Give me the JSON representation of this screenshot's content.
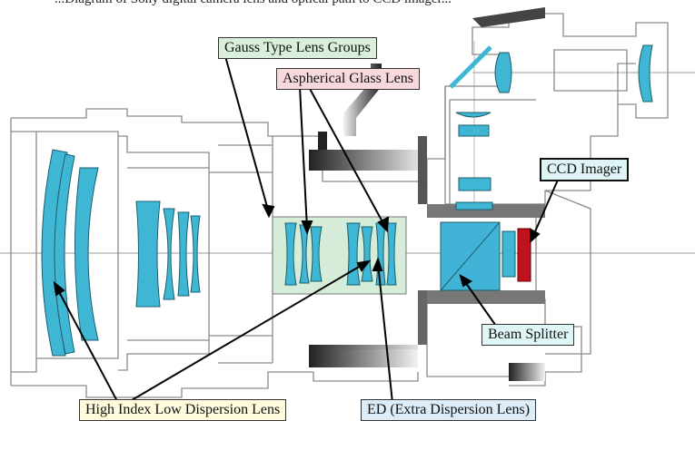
{
  "caption": "...Diagram of Sony digital camera lens and optical path to CCD imager...",
  "labels": {
    "gauss": "Gauss Type Lens Groups",
    "aspherical": "Aspherical Glass Lens",
    "ccd": "CCD Imager",
    "beam_splitter": "Beam Splitter",
    "high_index": "High Index Low Dispersion Lens",
    "ed": "ED (Extra Dispersion Lens)"
  },
  "colors": {
    "lens": "#3fb6d3",
    "housing_stroke": "#8a8a8a",
    "ccd": "#c0121c",
    "gauss_box": "#d4ecd8",
    "beam_splitter_block": "#41b3d6"
  }
}
